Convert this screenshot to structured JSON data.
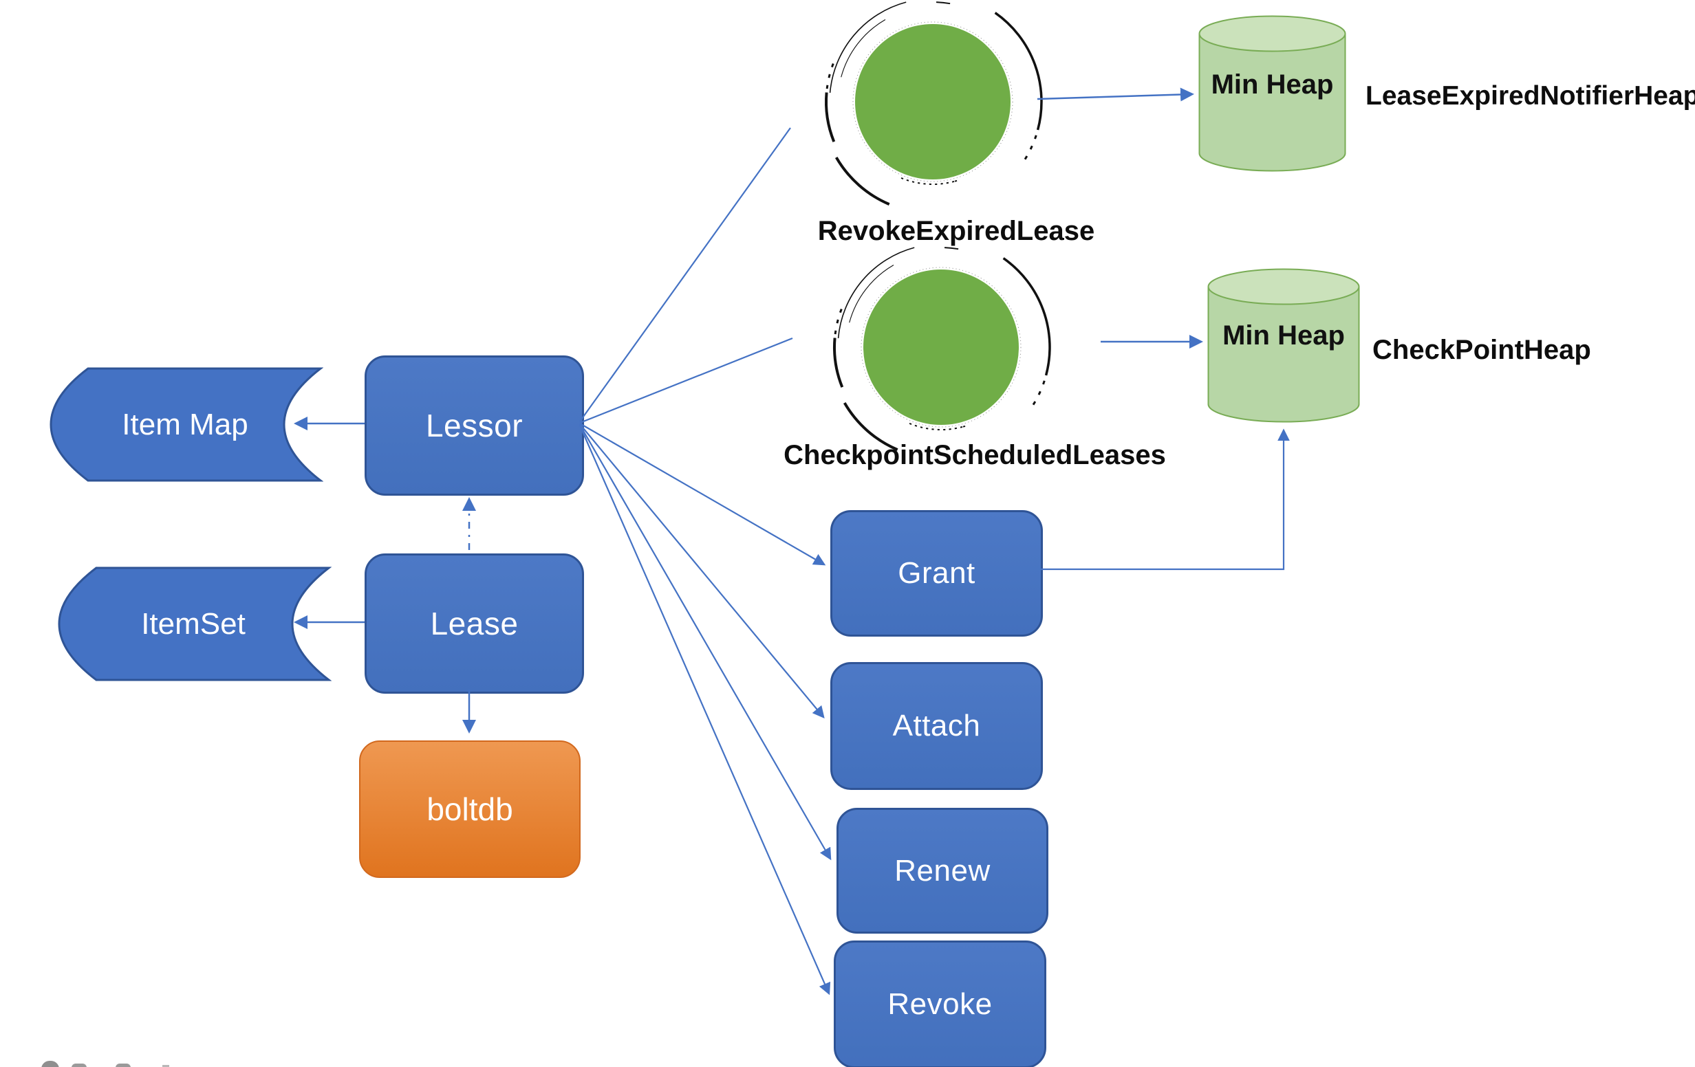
{
  "diagram": {
    "nodes": {
      "item_map": {
        "label": "Item Map"
      },
      "lessor": {
        "label": "Lessor"
      },
      "item_set": {
        "label": "ItemSet"
      },
      "lease": {
        "label": "Lease"
      },
      "boltdb": {
        "label": "boltdb"
      },
      "grant": {
        "label": "Grant"
      },
      "attach": {
        "label": "Attach"
      },
      "renew": {
        "label": "Renew"
      },
      "revoke": {
        "label": "Revoke"
      },
      "min_heap_1": {
        "label": "Min Heap"
      },
      "min_heap_2": {
        "label": "Min Heap"
      }
    },
    "annotations": {
      "revoke_expired_lease": "RevokeExpiredLease",
      "checkpoint_scheduled_leases": "CheckpointScheduledLeases",
      "lease_expired_notifier_heap": "LeaseExpiredNotifierHeap",
      "check_point_heap": "CheckPointHeap"
    },
    "colors": {
      "node_blue": "#4472C4",
      "node_blue_border": "#2F5496",
      "node_orange": "#E8813B",
      "loop_green": "#70AD47",
      "heap_fill": "#B7D6A6",
      "heap_top_fill": "#CBE2BB",
      "heap_stroke": "#79AC55",
      "connector_blue": "#4472C4",
      "label_black": "#0D0D0D"
    }
  }
}
